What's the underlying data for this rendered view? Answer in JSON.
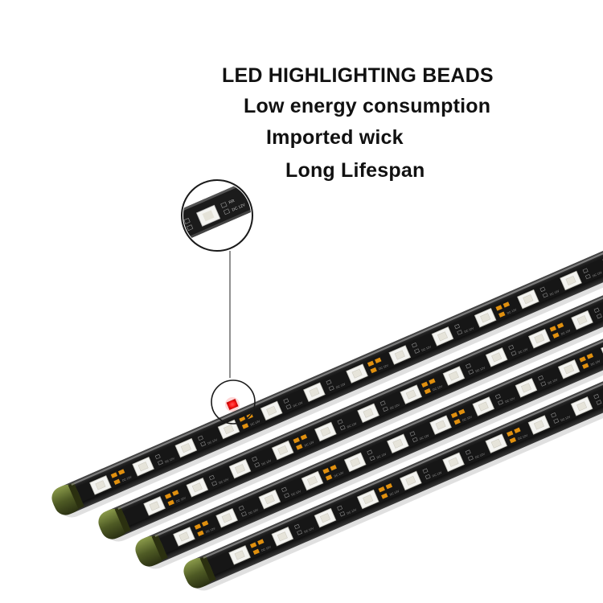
{
  "headlines": [
    "LED HIGHLIGHTING BEADS",
    "Low energy consumption",
    "Imported wick",
    "Long Lifespan"
  ],
  "pcb_markings": {
    "voltage": "DC 12V",
    "channels": "RR"
  },
  "colors": {
    "strip_body": "#1a1a1a",
    "led_bead": "#f4f4f1",
    "resistor": "#e0900f",
    "end_cap": "#5f6d32",
    "highlight_led": "#ff2020",
    "callout_line": "#222222"
  },
  "icons": {
    "zoom_callout": "magnifier-circle"
  },
  "strip_count": 4
}
